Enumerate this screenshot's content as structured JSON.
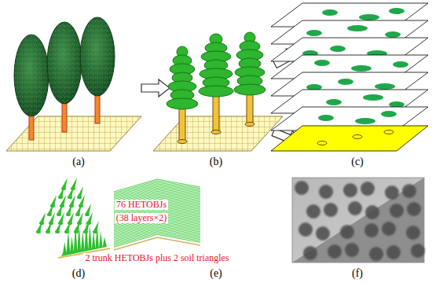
{
  "diagram": {
    "labels": [
      "(a)",
      "(b)",
      "(c)",
      "(d)",
      "(e)",
      "76 HETOBJs",
      "(38 layers×2)",
      "2 trunk HETOBJs plus 2 soil triangles",
      "(f)"
    ]
  }
}
